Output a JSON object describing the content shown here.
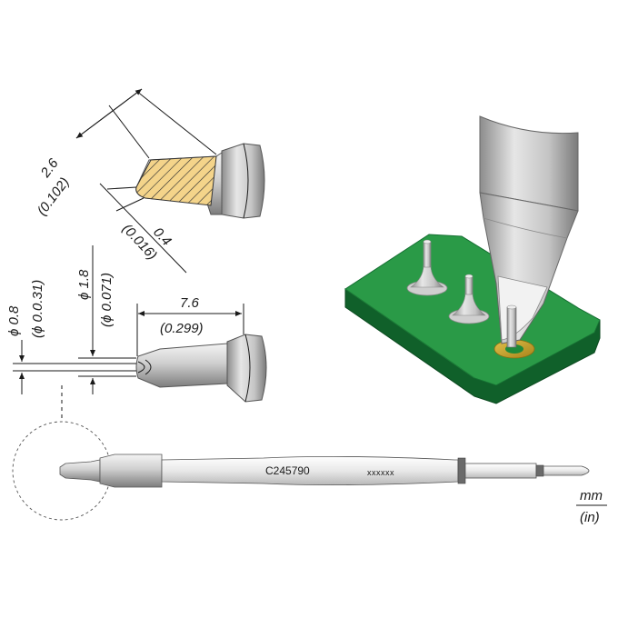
{
  "dimensions": {
    "chamfer_mm": "2.6",
    "chamfer_in": "(0.102)",
    "tip_thickness_mm": "0.4",
    "tip_thickness_in": "(0.016)",
    "tip_width_mm": "ϕ 0.8",
    "tip_width_in": "(ϕ 0.0.31)",
    "inner_diameter_mm": "ϕ 1.8",
    "inner_diameter_in": "(ϕ 0.071)",
    "length_mm": "7.6",
    "length_in": "(0.299)"
  },
  "cartridge": {
    "model": "C245790",
    "serial": "xxxxxx"
  },
  "units": {
    "metric": "mm",
    "imperial": "(in)"
  },
  "colors": {
    "pcb_green": "#1f8a3a",
    "pcb_dark": "#116628",
    "hatch_fill": "#f4d48a",
    "solder_pad": "#c9a227",
    "metal_light": "#e4e4e4",
    "metal_dark": "#8a8a8a"
  }
}
